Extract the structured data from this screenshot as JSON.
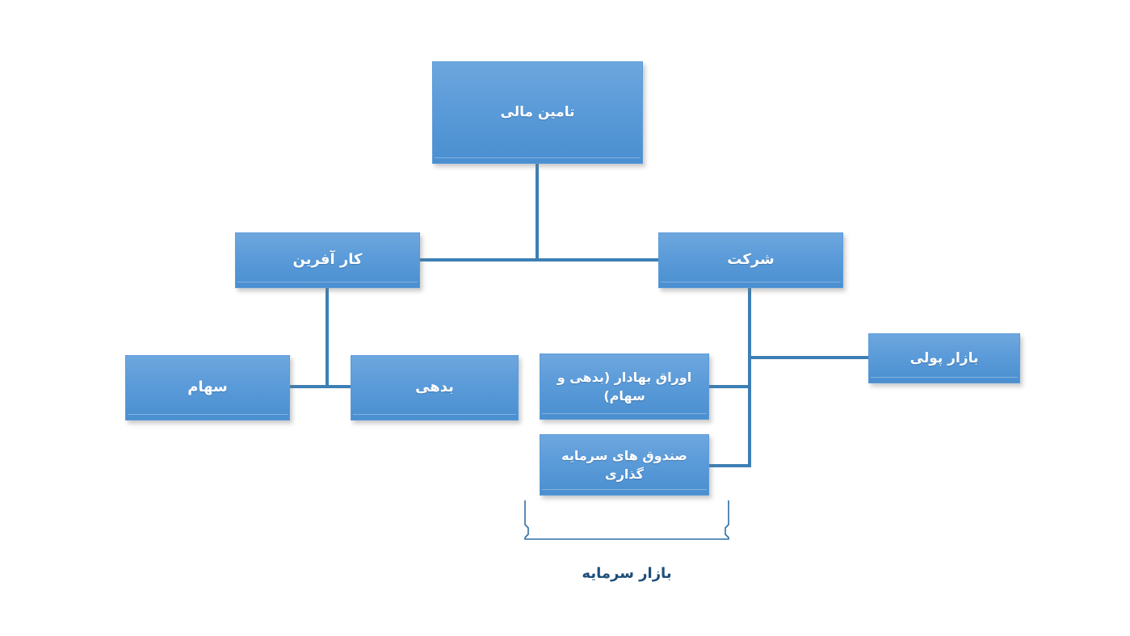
{
  "diagram": {
    "title": "تامین مالی",
    "language": "fa",
    "direction": "rtl",
    "colors": {
      "node_fill_top": "#6ea7de",
      "node_fill_bottom": "#4a8fd0",
      "node_border": "#5b9bd9",
      "node_text": "#ffffff",
      "connector": "#3d7fb4",
      "bracket": "#2e6da4",
      "bracket_label_text": "#1f4e79",
      "background": "#ffffff"
    },
    "nodes": {
      "financing": {
        "label": "تامین مالی",
        "level": 1
      },
      "entrepreneur": {
        "label": "کار آفرین",
        "level": 2
      },
      "company": {
        "label": "شرکت",
        "level": 2
      },
      "equity": {
        "label": "سهام",
        "level": 3
      },
      "debt": {
        "label": "بدهی",
        "level": 3
      },
      "securities": {
        "label": "اوراق بهادار (بدهی و سهام)",
        "level": 3
      },
      "funds": {
        "label": "صندوق های سرمایه گذاری",
        "level": 3
      },
      "money_market": {
        "label": "بازار پولی",
        "level": 3
      }
    },
    "bracket": {
      "label": "بازار سرمایه",
      "groups": [
        "securities",
        "funds"
      ]
    },
    "edges": [
      {
        "from": "financing",
        "to": "entrepreneur"
      },
      {
        "from": "financing",
        "to": "company"
      },
      {
        "from": "entrepreneur",
        "to": "equity"
      },
      {
        "from": "entrepreneur",
        "to": "debt"
      },
      {
        "from": "company",
        "to": "securities"
      },
      {
        "from": "company",
        "to": "funds"
      },
      {
        "from": "company",
        "to": "money_market"
      }
    ]
  }
}
